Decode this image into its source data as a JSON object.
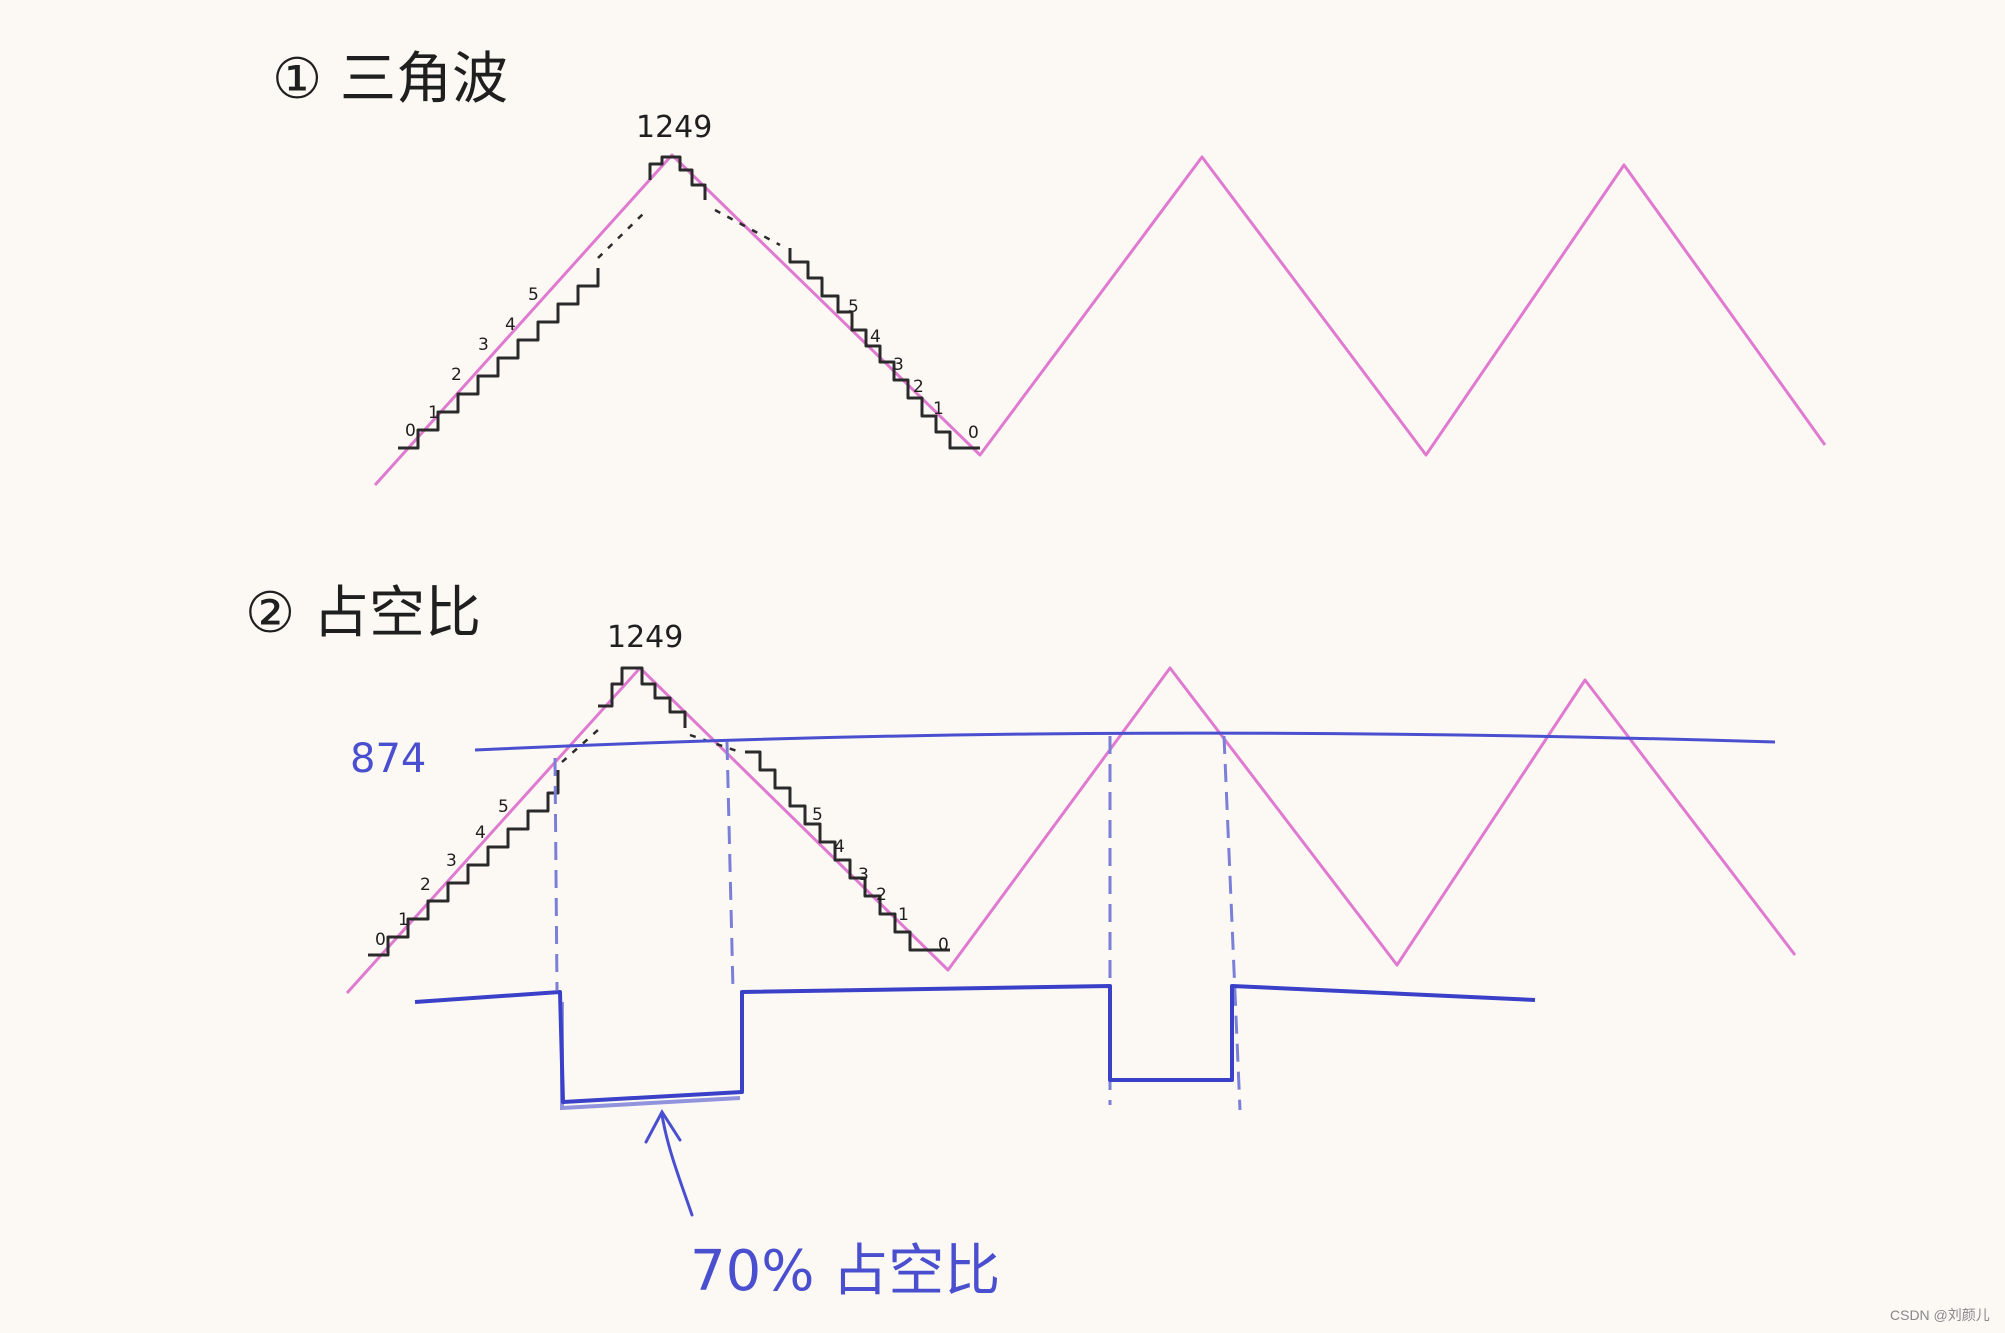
{
  "colors": {
    "background": "#fcf9f5",
    "carrier": "#e07ad0",
    "staircase": "#2a2a2a",
    "threshold": "#4a4fcf",
    "pwm": "#3a40c8",
    "ink": "#1f1f1f"
  },
  "section1": {
    "title": "① 三角波",
    "peak_label": "1249",
    "rise_step_labels": [
      "0",
      "1",
      "2",
      "3",
      "4",
      "5"
    ],
    "fall_step_labels": [
      "5",
      "4",
      "3",
      "2",
      "1",
      "0"
    ]
  },
  "section2": {
    "title": "② 占空比",
    "peak_label": "1249",
    "threshold_label": "874",
    "rise_step_labels": [
      "0",
      "1",
      "2",
      "3",
      "4",
      "5"
    ],
    "fall_step_labels": [
      "5",
      "4",
      "3",
      "2",
      "1",
      "0"
    ],
    "annotation": "70% 占空比"
  },
  "watermark": "CSDN @刘颜儿"
}
